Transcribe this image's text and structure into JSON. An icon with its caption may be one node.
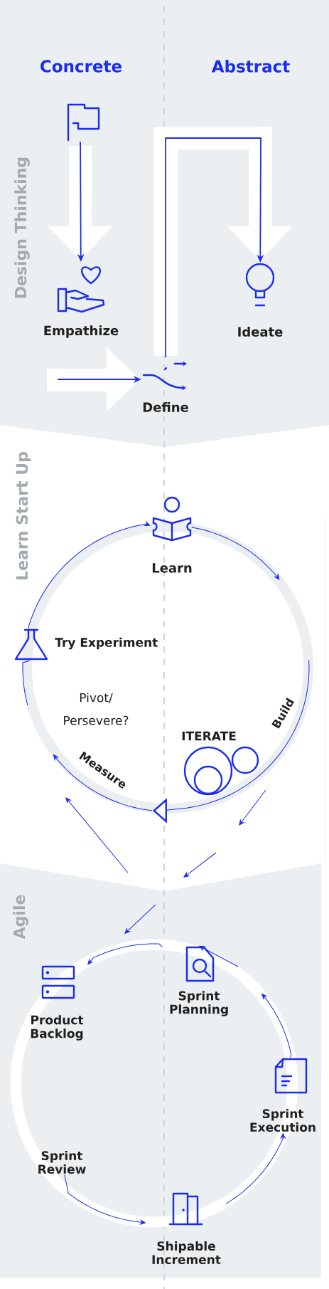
{
  "diagram": {
    "nodes": [
      {
        "text": [],
        "shape": "picture"
      },
      {
        "text": [
          "Empathize"
        ]
      },
      {
        "text": [
          "Define"
        ]
      },
      {
        "text": [
          "Ideate"
        ]
      },
      {
        "text": [
          "Learn"
        ]
      },
      {
        "text": [
          "Try Experiment"
        ]
      },
      {
        "text": [
          "ITERATE"
        ]
      },
      {
        "text": [],
        "shape": "triangle"
      },
      {
        "text": [
          "Product Backlog"
        ]
      },
      {
        "text": [
          "Sprint Planning"
        ]
      },
      {
        "text": [
          "Sprint Execution"
        ]
      },
      {
        "text": [
          "Shipable Increment"
        ]
      },
      {
        "text": [
          "Sprint Review"
        ]
      }
    ],
    "edges": [
      {
        "from": 0,
        "to": 1,
        "arrow": "to"
      },
      {
        "from": null,
        "to": 2,
        "arrow": "to"
      },
      {
        "from": 2,
        "to": 3,
        "arrow": "to"
      },
      {
        "from": 5,
        "to": 4,
        "arrow": "to"
      },
      {
        "from": 4,
        "to": null,
        "arrow": "to"
      },
      {
        "from": null,
        "to": 7,
        "arrow": "none",
        "label": "Build"
      },
      {
        "from": 7,
        "to": null,
        "arrow": "to",
        "label": "Measure"
      },
      {
        "from": null,
        "to": 5,
        "arrow": "none"
      },
      {
        "from": 9,
        "to": 8,
        "arrow": "to"
      },
      {
        "from": 10,
        "to": null,
        "arrow": "to"
      },
      {
        "from": null,
        "to": 9,
        "arrow": "to"
      },
      {
        "from": 11,
        "to": 10,
        "arrow": "to"
      },
      {
        "from": 12,
        "to": 11,
        "arrow": "to"
      }
    ],
    "labels": [
      "Concrete",
      "Abstract",
      "Design Thinking",
      "Learn Start Up",
      "Pivot/ Persevere?",
      "Agile"
    ]
  }
}
